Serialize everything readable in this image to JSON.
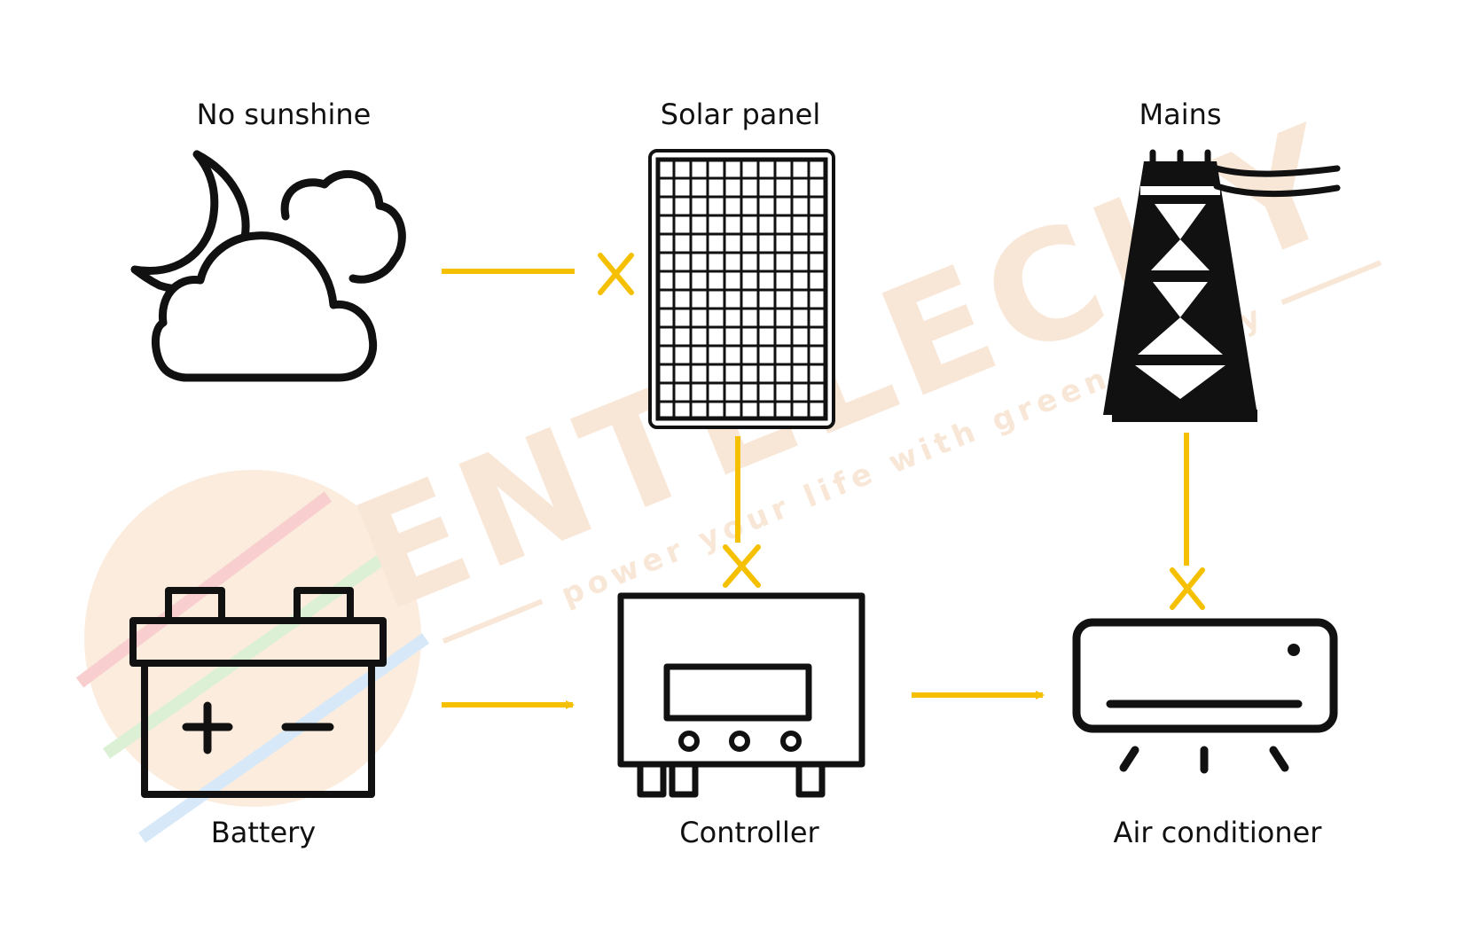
{
  "labels": {
    "no_sunshine": "No sunshine",
    "solar_panel": "Solar panel",
    "mains": "Mains",
    "battery": "Battery",
    "controller": "Controller",
    "air_conditioner": "Air conditioner"
  },
  "watermark": {
    "brand": "ENTELECHY",
    "tagline": "power your life with green energy"
  },
  "colors": {
    "connector": "#F5C000",
    "icon": "#111111",
    "watermark": "#F3D2B4"
  }
}
